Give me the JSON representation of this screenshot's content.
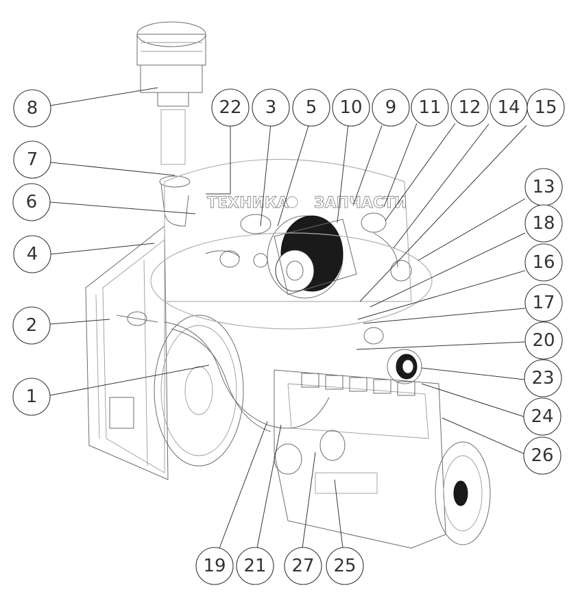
{
  "watermark": {
    "left_text": "ТЕХНИКА",
    "right_text": "ЗАПЧАСТИ"
  },
  "callouts": [
    {
      "label": "8"
    },
    {
      "label": "22"
    },
    {
      "label": "3"
    },
    {
      "label": "5"
    },
    {
      "label": "10"
    },
    {
      "label": "9"
    },
    {
      "label": "11"
    },
    {
      "label": "12"
    },
    {
      "label": "14"
    },
    {
      "label": "15"
    },
    {
      "label": "7"
    },
    {
      "label": "6"
    },
    {
      "label": "13"
    },
    {
      "label": "4"
    },
    {
      "label": "18"
    },
    {
      "label": "16"
    },
    {
      "label": "2"
    },
    {
      "label": "17"
    },
    {
      "label": "20"
    },
    {
      "label": "1"
    },
    {
      "label": "23"
    },
    {
      "label": "24"
    },
    {
      "label": "26"
    },
    {
      "label": "19"
    },
    {
      "label": "21"
    },
    {
      "label": "27"
    },
    {
      "label": "25"
    }
  ]
}
